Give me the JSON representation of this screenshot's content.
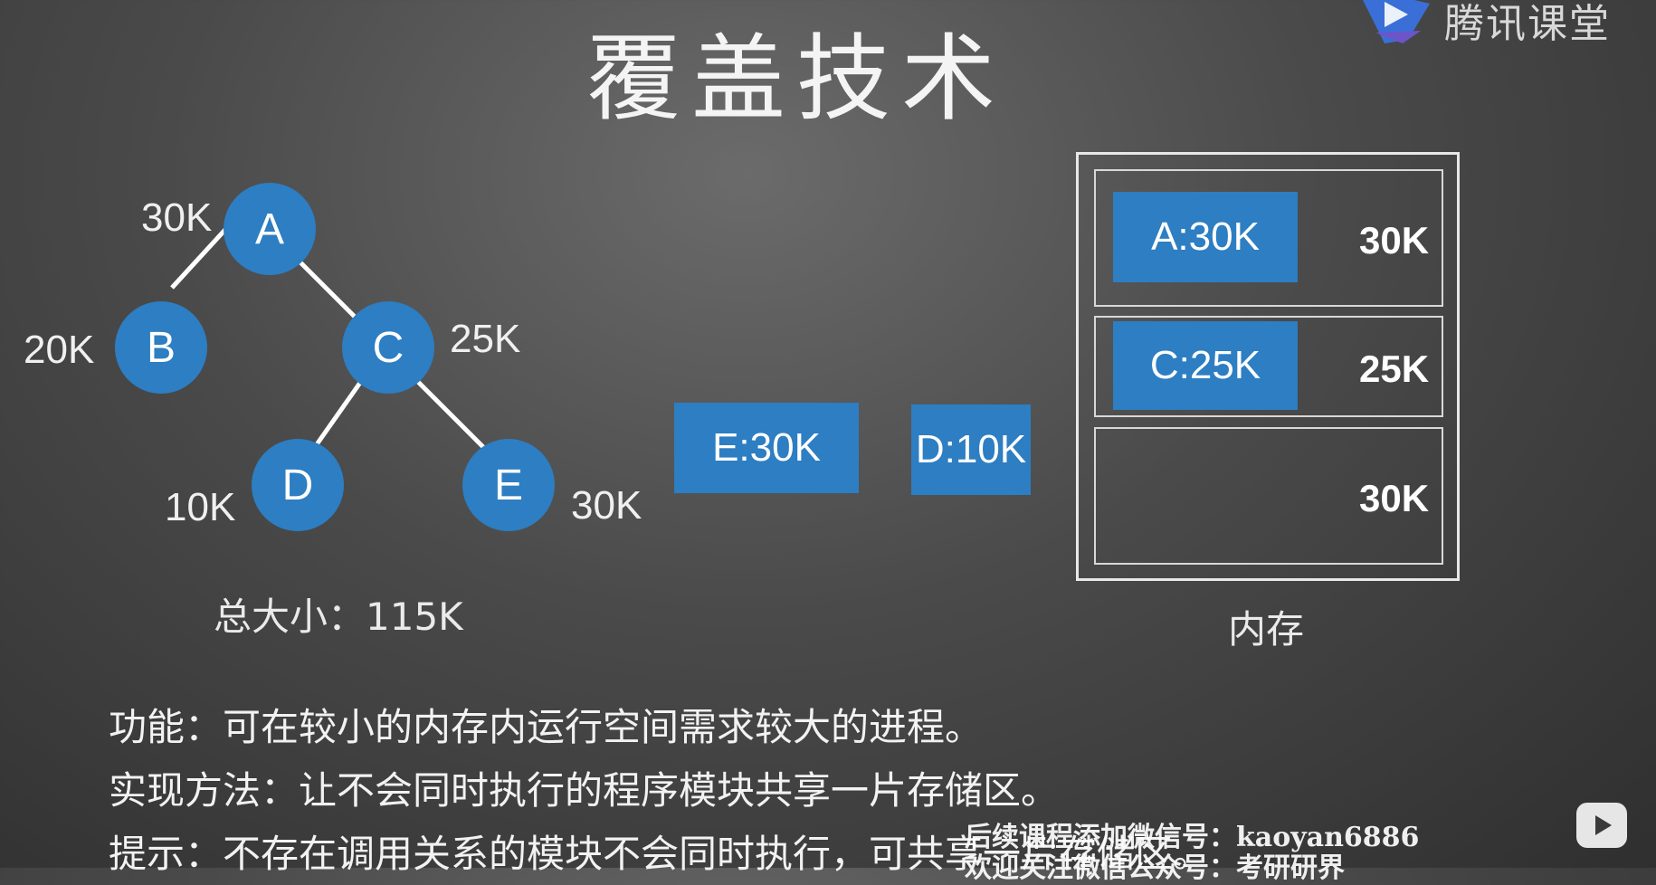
{
  "slide": {
    "title": "覆盖技术",
    "logo_text": "腾讯课堂"
  },
  "tree": {
    "nodes": [
      {
        "id": "A",
        "size": "30K"
      },
      {
        "id": "B",
        "size": "20K"
      },
      {
        "id": "C",
        "size": "25K"
      },
      {
        "id": "D",
        "size": "10K"
      },
      {
        "id": "E",
        "size": "30K"
      }
    ],
    "total": "总大小：115K"
  },
  "overlays": {
    "e_box": "E:30K",
    "d_box": "D:10K"
  },
  "memory": {
    "label": "内存",
    "slots": [
      {
        "content": "A:30K",
        "size": "30K"
      },
      {
        "content": "C:25K",
        "size": "25K"
      },
      {
        "content": "",
        "size": "30K"
      }
    ]
  },
  "description": {
    "line1": "功能：可在较小的内存内运行空间需求较大的进程。",
    "line2": "实现方法：让不会同时执行的程序模块共享一片存储区。",
    "line3": "提示：不存在调用关系的模块不会同时执行，可共享一片存储区。"
  },
  "watermark": {
    "line1": "后续课程添加微信号：kaoyan6886",
    "line2": "欢迎关注微信公众号：考研研界"
  },
  "colors": {
    "node_blue": "#2d7ec2",
    "background": "#4a4a4a"
  }
}
